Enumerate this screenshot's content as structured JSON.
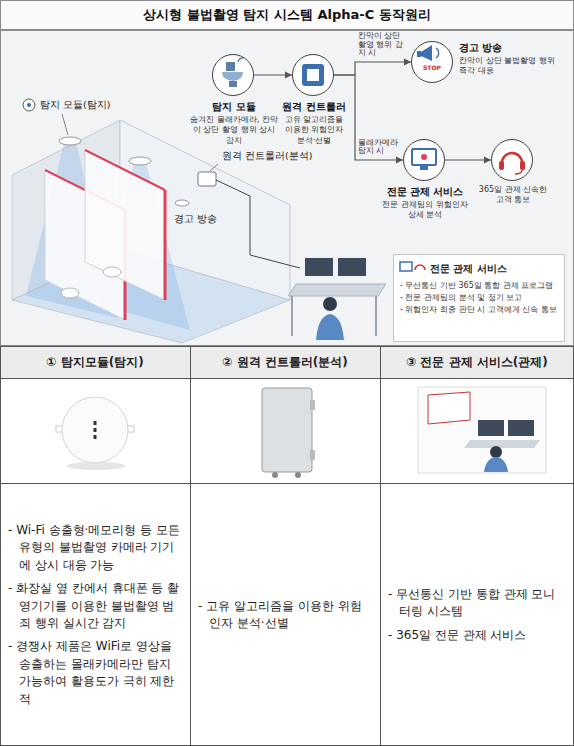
{
  "diagram": {
    "title": "상시형 불법촬영 탐지 시스템 Alpha-C 동작원리",
    "nodes": [
      {
        "text": [
          "탐지 모듈",
          "숨겨진 몰래카메라, 칸막이 상단 촬영 행위 상시 감지"
        ]
      },
      {
        "text": [
          "원격 컨트롤러",
          "고유 알고리즘을 이용한 위험인자 분석·선별"
        ]
      },
      {
        "text": [
          "경고 방송",
          "칸막이 상단 불법촬영 행위 즉각 대응"
        ]
      },
      {
        "text": [
          "전문 관제 서비스",
          "전문 관제팀의 위험인자 상세 분석"
        ]
      },
      {
        "text": [
          "365일 관제 신속한 고객 통보"
        ]
      },
      {
        "text": [
          "전문 관제 서비스",
          "- 무선통신 기반 365일 통합 관제 프로그램",
          "- 전문 관제팀의 분석 및 정기 보고",
          "- 위험인자 최종 판단 시 고객에게 신속 통보"
        ]
      }
    ],
    "edges": [
      {
        "from": 0,
        "to": 1,
        "arrow": "to"
      },
      {
        "from": 1,
        "to": 2,
        "label": "칸막이 상단 촬영 행위 감지 시",
        "arrow": "to"
      },
      {
        "from": 1,
        "to": 3,
        "label": "몰래카메라 탐지 시",
        "arrow": "to"
      },
      {
        "from": 3,
        "to": 4,
        "arrow": "to"
      }
    ],
    "labels": [
      "탐지 모듈(탐지)",
      "원격 컨트롤러(분석)",
      "경고 방송",
      "STOP",
      "① 탐지모듈(탐지)",
      "② 원격 컨트롤러(분석)",
      "③ 전문 관제 서비스(관제)",
      "- Wi-Fi 송출형·메모리형 등 모든 유형의 불법촬영 카메라 기기에 상시 대응 가능",
      "- 화장실 옆 칸에서 휴대폰 등 촬영기기를 이용한 불법촬영 범죄 행위 실시간 감지",
      "- 경쟁사 제품은 WiFi로 영상을 송출하는 몰래카메라만 탐지 가능하여 활용도가 극히 제한적",
      "- 고유 알고리즘을 이용한 위험인자 분석·선별",
      "- 무선통신 기반 통합 관제 모니터링 시스템",
      "- 365일 전문 관제 서비스"
    ]
  }
}
